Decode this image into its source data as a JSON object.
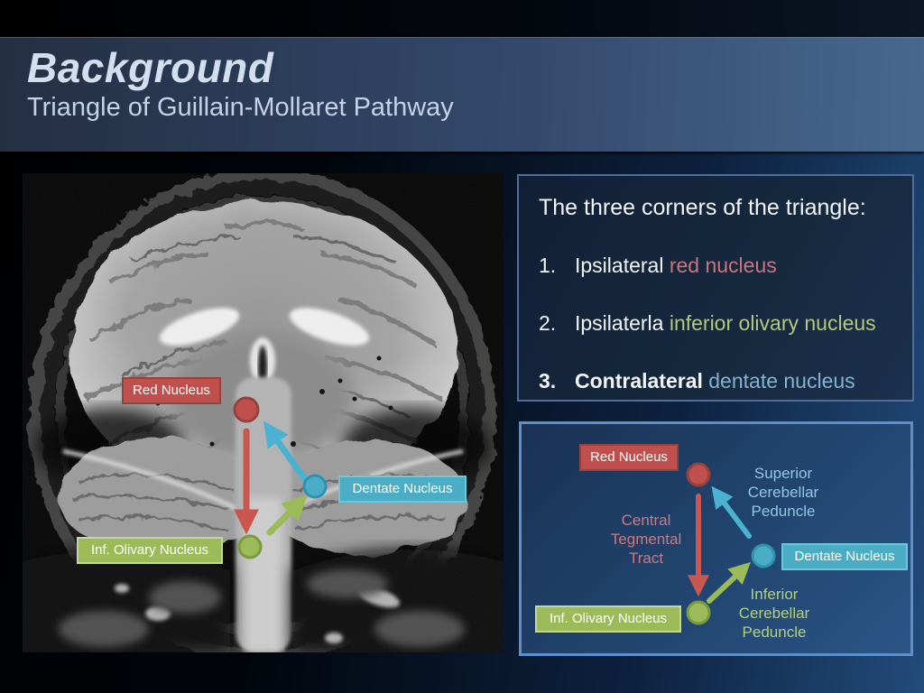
{
  "header": {
    "title": "Background",
    "subtitle": "Triangle of Guillain-Mollaret Pathway"
  },
  "panel": {
    "heading": "The three corners of the triangle:",
    "items": [
      {
        "number": "1.",
        "prefix": "Ipsilateral ",
        "highlight": "red nucleus"
      },
      {
        "number": "2.",
        "prefix": "Ipsilaterla ",
        "highlight": "inferior olivary nucleus"
      },
      {
        "number": "3.",
        "prefix": "Contralateral ",
        "highlight": "dentate nucleus"
      }
    ]
  },
  "mri": {
    "labels": {
      "red": "Red Nucleus",
      "teal": "Dentate Nucleus",
      "green": "Inf. Olivary Nucleus"
    }
  },
  "diagram": {
    "labels": {
      "red": "Red Nucleus",
      "teal": "Dentate Nucleus",
      "green": "Inf. Olivary Nucleus"
    },
    "annotations": {
      "superior": "Superior\nCerebellar\nPeduncle",
      "central": "Central\nTegmental\nTract",
      "inferior": "Inferior\nCerebellar\nPeduncle"
    }
  },
  "colors": {
    "red_node": "#c0504d",
    "green_node": "#9bbb59",
    "teal_node": "#4bacc6",
    "highlight_red": "#c9757b",
    "highlight_green": "#b2ca7e",
    "highlight_teal": "#83b3d0",
    "annotation_salmon": "#ca7a80",
    "annotation_blue": "#93c6e4",
    "annotation_green": "#b6cf7a",
    "panel_border": "#4d6f9d",
    "diagram_border": "#5d90cb",
    "header_text": "#d3deee"
  }
}
